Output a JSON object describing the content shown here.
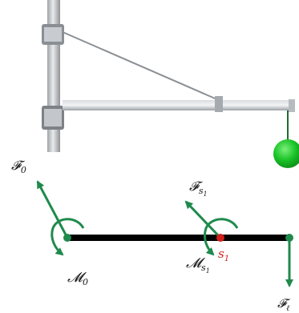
{
  "diagram": {
    "labels": {
      "force_base": {
        "main": "𝓕",
        "sub": "0"
      },
      "moment_base": {
        "main": "𝓜",
        "sub": "0"
      },
      "force_section": {
        "main": "𝓕",
        "sub": "s",
        "subsub": "1"
      },
      "moment_section": {
        "main": "𝓜",
        "sub": "s",
        "subsub": "1"
      },
      "section_point": {
        "main": "s",
        "sub": "1"
      },
      "force_tip": {
        "main": "𝓕",
        "sub": "ℓ"
      }
    },
    "colors": {
      "arrow": "#1f8a4c",
      "beam": "#000000",
      "section_point": "#d0201b",
      "load_ball": "#19c227"
    }
  }
}
